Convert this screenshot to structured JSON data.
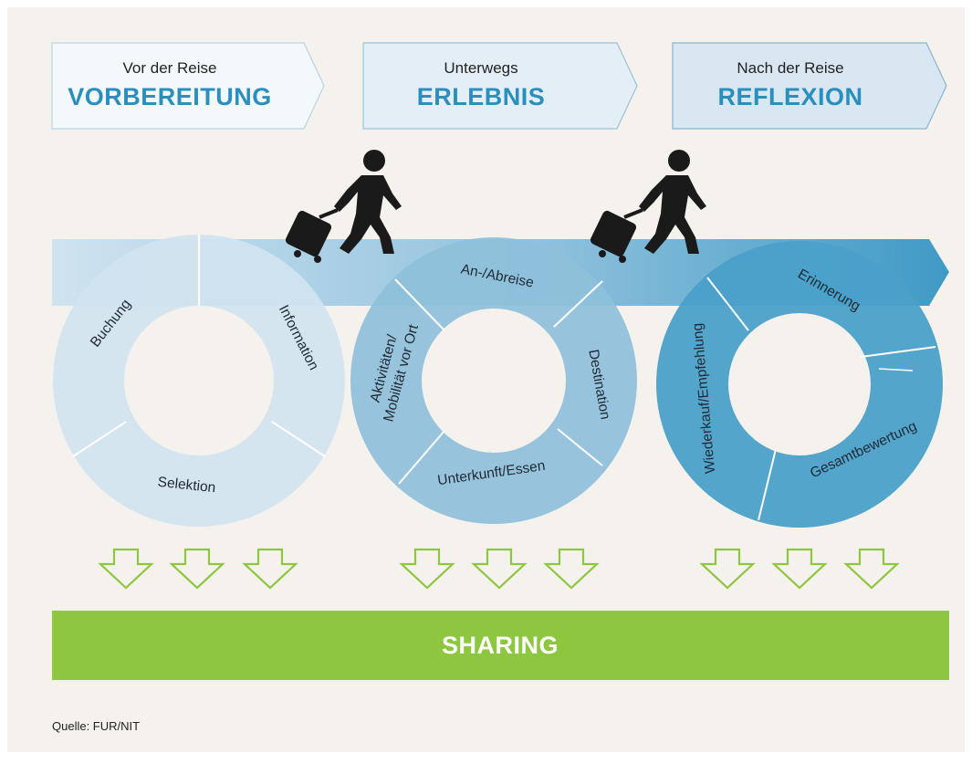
{
  "phases": [
    {
      "subtitle": "Vor der Reise",
      "title": "VORBEREITUNG"
    },
    {
      "subtitle": "Unterwegs",
      "title": "ERLEBNIS"
    },
    {
      "subtitle": "Nach der Reise",
      "title": "REFLEXION"
    }
  ],
  "cycles": [
    {
      "segments": [
        "Buchung",
        "Information",
        "Selektion"
      ]
    },
    {
      "segments": [
        "An-/Abreise",
        "Destination",
        "Unterkunft/Essen",
        "Aktivitäten/",
        "Mobilität vor Ort"
      ]
    },
    {
      "segments": [
        "Erinnerung",
        "Gesamtbewertung",
        "Wiederkauf/Empfehlung"
      ]
    }
  ],
  "sharing_label": "SHARING",
  "source": "Quelle: FUR/NIT",
  "colors": {
    "background": "#f5f2ee",
    "title_blue": "#2a8fbd",
    "sharing_green": "#8dc63f",
    "ring1": "#d2e3ef",
    "ring2": "#8ec0da",
    "ring3": "#4aa0c9",
    "icon": "#1a1a1a"
  },
  "icons": [
    "traveler-with-suitcase-icon",
    "traveler-with-suitcase-icon",
    "arrow-down-icon"
  ]
}
